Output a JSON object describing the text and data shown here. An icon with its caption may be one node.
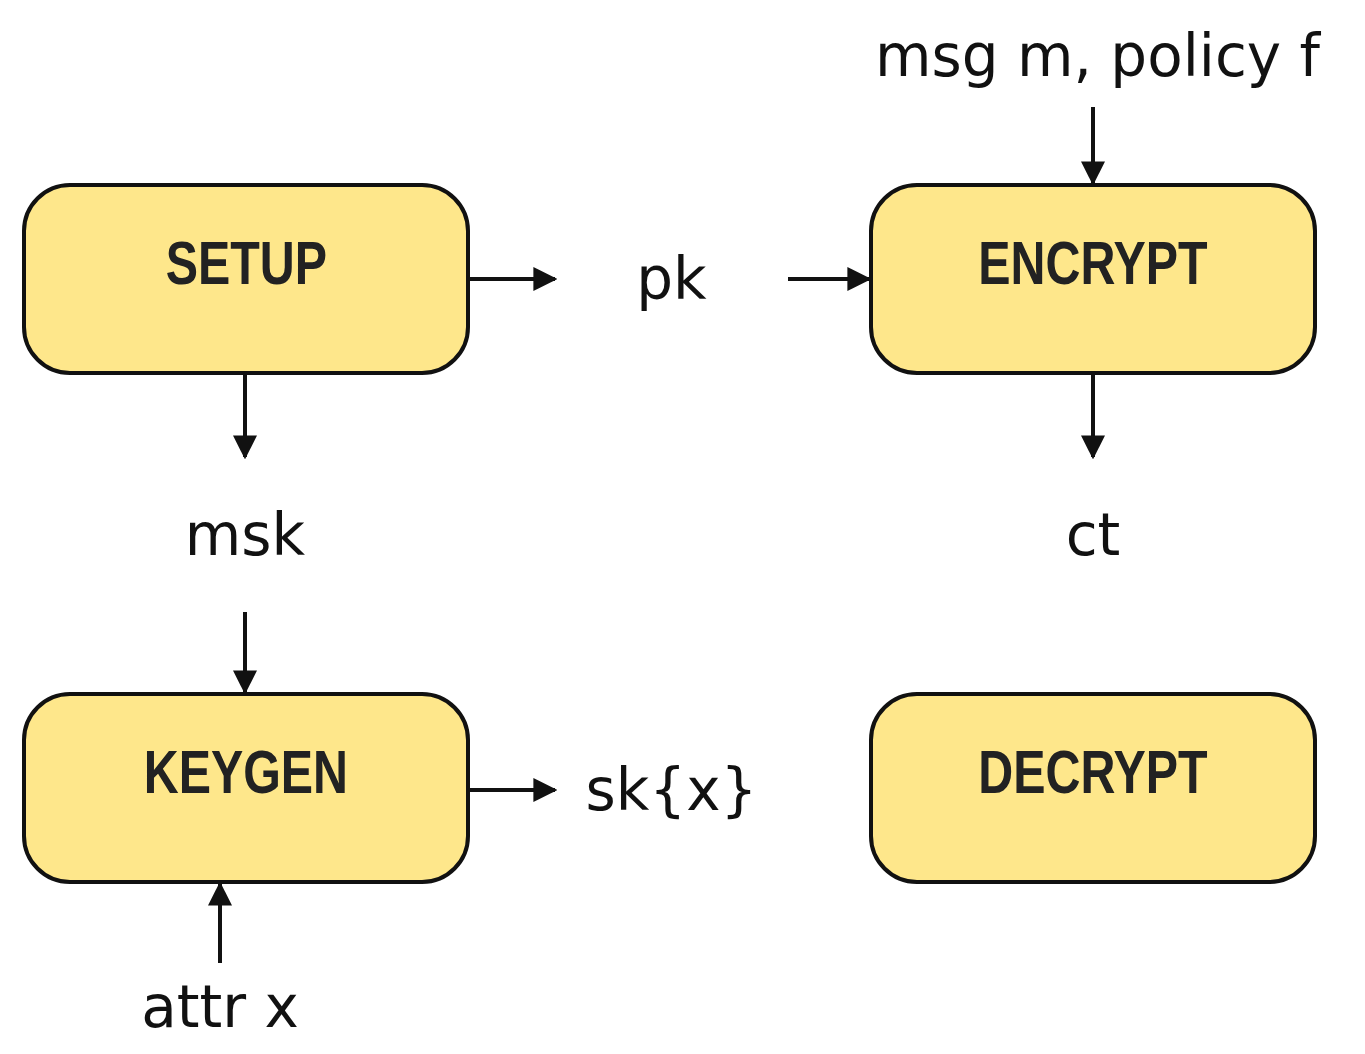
{
  "diagram": {
    "nodes": [
      {
        "text": [
          "msg m, policy f"
        ]
      },
      {
        "text": [
          "SETUP"
        ]
      },
      {
        "text": [
          "pk"
        ]
      },
      {
        "text": [
          "ENCRYPT"
        ]
      },
      {
        "text": [
          "msk"
        ]
      },
      {
        "text": [
          "ct"
        ]
      },
      {
        "text": [
          "KEYGEN"
        ]
      },
      {
        "text": [
          "sk{x}"
        ]
      },
      {
        "text": [
          "DECRYPT"
        ]
      },
      {
        "text": [
          "attr x"
        ]
      }
    ],
    "edges": [
      {
        "from": 1,
        "to": 2,
        "arrow": "to"
      },
      {
        "from": 2,
        "to": 3,
        "arrow": "to"
      },
      {
        "from": 0,
        "to": 3,
        "arrow": "to"
      },
      {
        "from": 1,
        "to": 4,
        "arrow": "to"
      },
      {
        "from": 3,
        "to": 5,
        "arrow": "to"
      },
      {
        "from": 4,
        "to": 6,
        "arrow": "to"
      },
      {
        "from": 6,
        "to": 7,
        "arrow": "to"
      },
      {
        "from": 9,
        "to": 6,
        "arrow": "to"
      }
    ]
  }
}
